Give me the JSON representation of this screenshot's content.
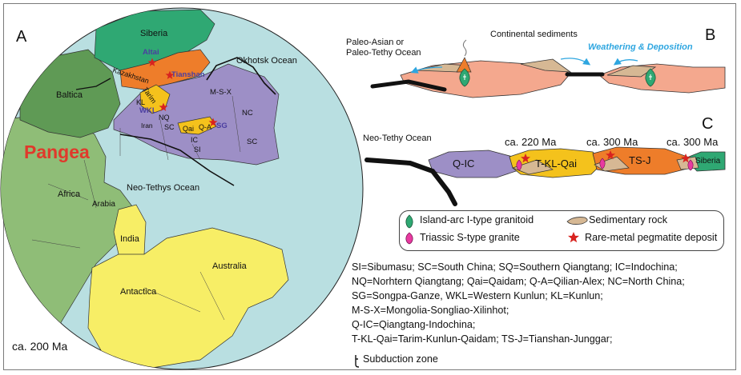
{
  "panels": {
    "a": "A",
    "b": "B",
    "c": "C"
  },
  "map": {
    "age": "ca. 200 Ma",
    "pangea": "Pangea",
    "labels": {
      "siberia": "Siberia",
      "baltica": "Baltica",
      "altai": "Altai",
      "kazakhstan": "Kazakhstan",
      "tianshan": "Tianshan",
      "tarim": "Tarim",
      "okhotsk": "Okhotsk Ocean",
      "msx": "M-S-X",
      "nc": "NC",
      "sc_east": "SC",
      "kl": "KL",
      "wkl": "WKL",
      "qai": "Qai",
      "qa": "Q-A",
      "nq": "NQ",
      "sg": "SG",
      "iran": "Iran",
      "sc": "SC",
      "ic": "IC",
      "si": "SI",
      "neo_tethys": "Neo-Tethys Ocean",
      "africa": "Africa",
      "arabia": "Arabia",
      "india": "India",
      "antarctica": "Antactica",
      "australia": "Australia"
    }
  },
  "panel_b": {
    "ocean": "Paleo-Asian or\nPaleo-Tethy Ocean",
    "sediments": "Continental sediments",
    "weathering": "Weathering & Deposition"
  },
  "panel_c": {
    "ocean": "Neo-Tethy Ocean",
    "ages": [
      "ca. 220 Ma",
      "ca. 300 Ma",
      "ca. 300 Ma"
    ],
    "blocks": [
      "Q-IC",
      "T-KL-Qai",
      "TS-J",
      "Siberia"
    ]
  },
  "legend": {
    "island_arc": "Island-arc I-type granitoid",
    "sedimentary": "Sedimentary rock",
    "s_type": "Triassic S-type granite",
    "pegmatite": "Rare-metal pegmatite deposit"
  },
  "abbreviations": [
    "SI=Sibumasu; SC=South China; SQ=Southern Qiangtang; IC=Indochina;",
    "NQ=Norhtern Qiangtang; Qai=Qaidam; Q-A=Qilian-Alex; NC=North China;",
    "SG=Songpa-Ganze, WKL=Western Kunlun; KL=Kunlun;",
    "M-S-X=Mongolia-Songliao-Xilinhot;",
    "Q-IC=Qiangtang-Indochina;",
    "T-KL-Qai=Tarim-Kunlun-Qaidam; TS-J=Tianshan-Junggar;"
  ],
  "subduction_label": "Subduction zone",
  "colors": {
    "ocean": "#b9dfe1",
    "siberia": "#2fa873",
    "baltica": "#5f9a55",
    "africa": "#8fbd77",
    "kazakhstan": "#ee7d2a",
    "tarim": "#f4c21c",
    "purple": "#9d8fc6",
    "yellow": "#f7ee66",
    "crust": "#f4a88e",
    "pangea": "#e0392b",
    "weathering": "#2ea6e0"
  }
}
